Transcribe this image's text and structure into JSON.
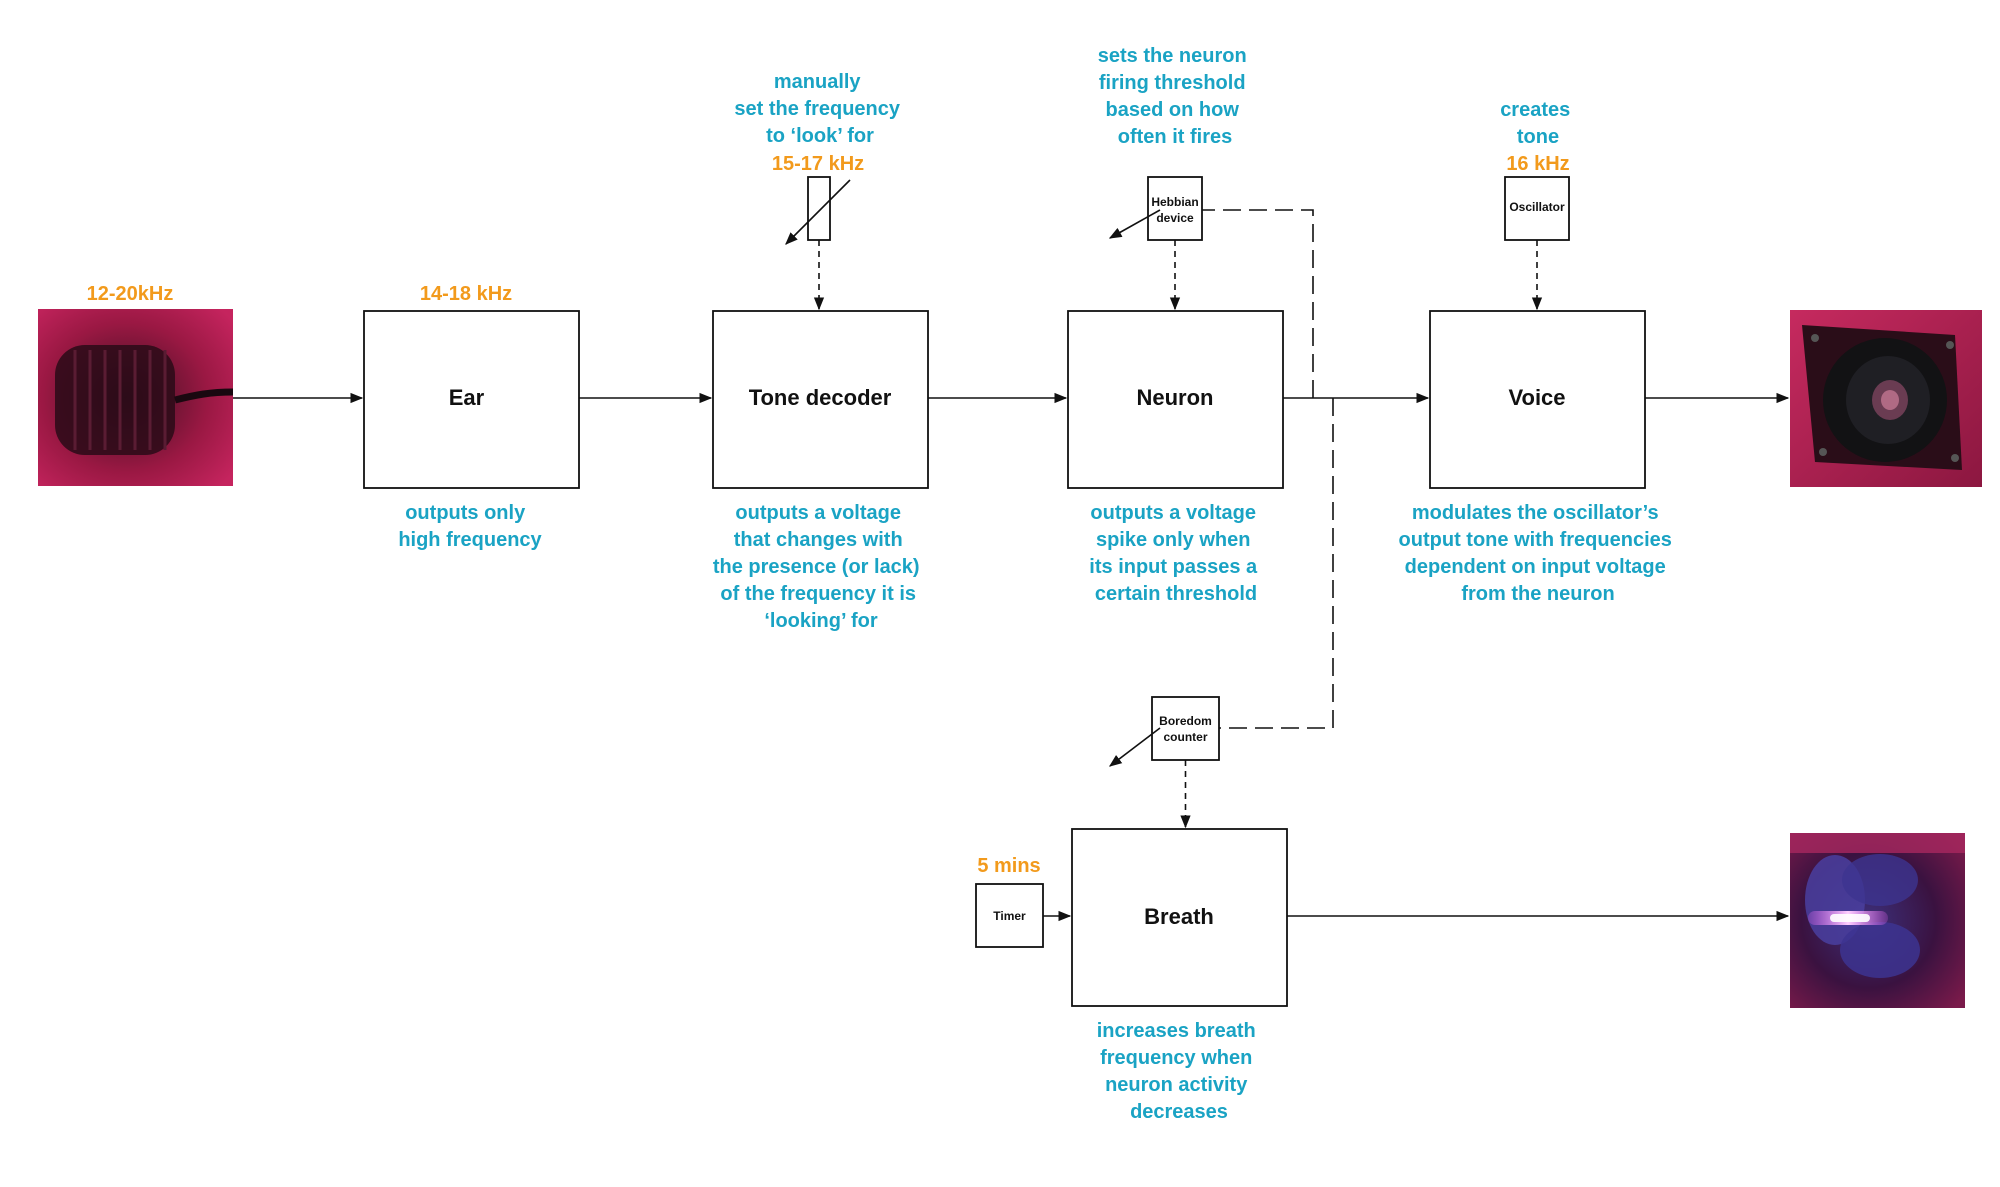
{
  "blocks": {
    "ear": "Ear",
    "tone_decoder": "Tone decoder",
    "neuron": "Neuron",
    "voice": "Voice",
    "breath": "Breath"
  },
  "small_blocks": {
    "hebbian_line1": "Hebbian",
    "hebbian_line2": "device",
    "oscillator": "Oscillator",
    "boredom_line1": "Boredom",
    "boredom_line2": "counter",
    "timer": "Timer"
  },
  "frequencies": {
    "mic": "12-20kHz",
    "ear": "14-18 kHz",
    "tone_decoder": "15-17 kHz",
    "oscillator": "16 kHz",
    "timer": "5 mins"
  },
  "notes": {
    "tone_decoder_top": [
      "manually",
      "set the frequency",
      "to ‘look’ for"
    ],
    "hebbian_top": [
      "sets the neuron",
      "firing threshold",
      "based on how",
      "often it fires"
    ],
    "oscillator_top": [
      "creates",
      "tone"
    ],
    "ear_bottom": [
      "outputs only",
      "high frequency"
    ],
    "tone_decoder_bottom": [
      "outputs a voltage",
      "that changes with",
      "the presence (or lack)",
      "of the frequency it is",
      "‘looking’ for"
    ],
    "neuron_bottom": [
      "outputs a voltage",
      "spike only when",
      "its input passes a",
      "certain threshold"
    ],
    "voice_bottom": [
      "modulates the oscillator’s",
      "output tone with frequencies",
      "dependent on input voltage",
      "from the neuron"
    ],
    "breath_bottom": [
      "increases breath",
      "frequency when",
      "neuron activity",
      "decreases"
    ]
  },
  "colors": {
    "note": "#1aa3c4",
    "frequency": "#f29a1c",
    "line": "#111111"
  },
  "icons": {
    "microphone": "microphone-photo",
    "speaker": "speaker-photo",
    "fan": "fan-photo"
  }
}
